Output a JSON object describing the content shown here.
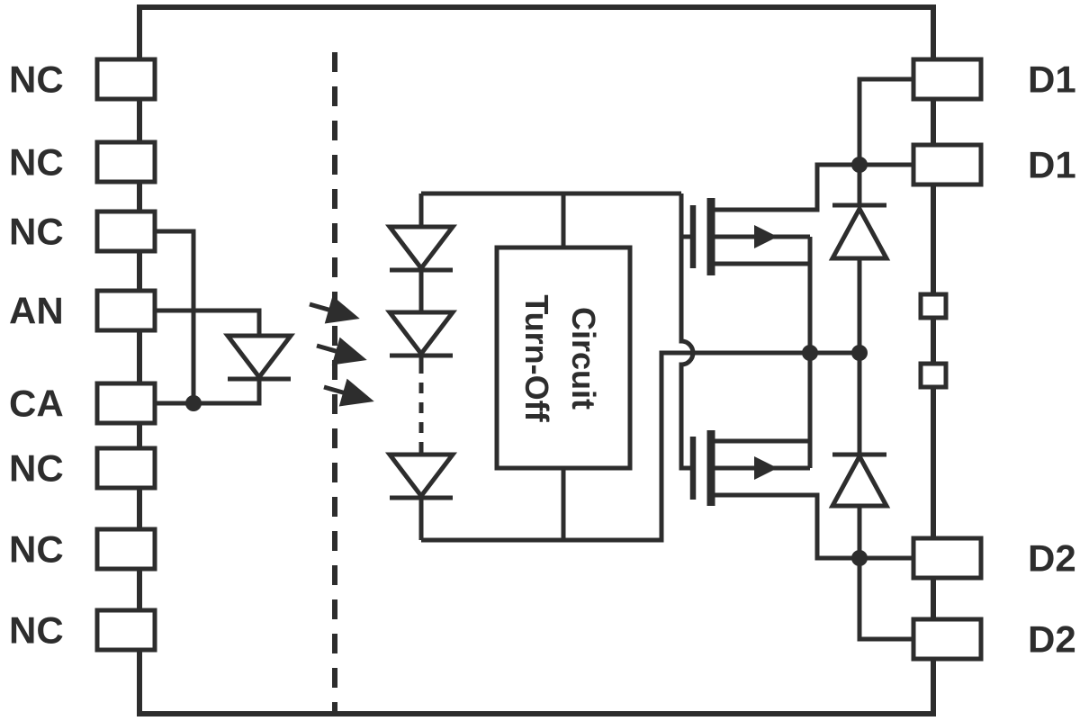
{
  "colors": {
    "line": "#2d2d2d",
    "background": "#ffffff"
  },
  "pins": {
    "left": [
      "NC",
      "NC",
      "NC",
      "AN",
      "CA",
      "NC",
      "NC",
      "NC"
    ],
    "right": [
      "D1",
      "D1",
      "D2",
      "D2"
    ]
  },
  "turn_off_block": {
    "line1": "Turn-Off",
    "line2": "Circuit"
  }
}
